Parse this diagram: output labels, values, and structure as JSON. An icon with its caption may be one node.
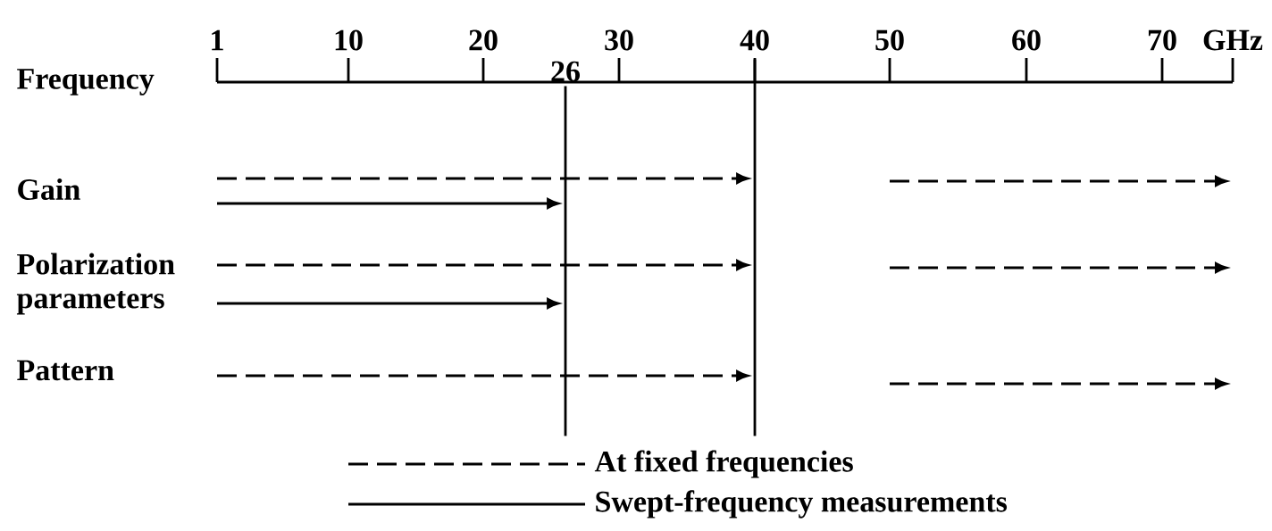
{
  "diagram": {
    "nodes": [
      {
        "text": [
          "26"
        ]
      },
      {
        "text": [],
        "shape": "bar"
      }
    ],
    "edges": [
      {
        "from": null,
        "to": 1,
        "arrow": "to",
        "style": "dashed"
      },
      {
        "from": null,
        "to": 0,
        "arrow": "to"
      },
      {
        "from": null,
        "to": 1,
        "arrow": "to",
        "style": "dashed"
      },
      {
        "from": null,
        "to": 0,
        "arrow": "to"
      },
      {
        "from": null,
        "to": 1,
        "arrow": "to",
        "style": "dashed"
      }
    ],
    "labels": [
      "1",
      "10",
      "20",
      "30",
      "40",
      "50",
      "60",
      "70",
      "GHz",
      "Frequency",
      "Gain",
      "Polarization parameters",
      "Pattern"
    ],
    "legend": [
      {
        "text": "At fixed frequencies"
      },
      {
        "text": "Swept-frequency measurements"
      }
    ]
  }
}
